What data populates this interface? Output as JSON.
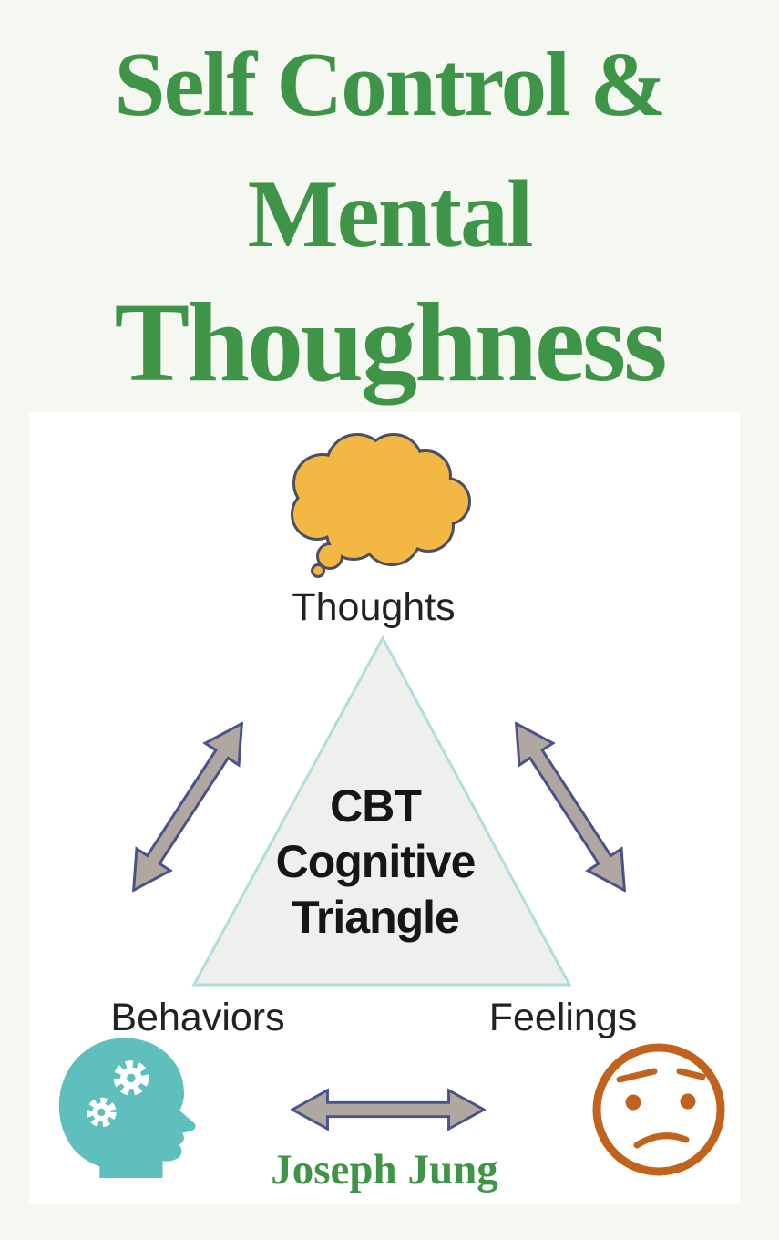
{
  "cover": {
    "title_line1": "Self Control &",
    "title_line2": "Mental",
    "title_line3": "Thoughness",
    "author": "Joseph Jung",
    "title_color": "#3e9447",
    "background_color": "#f5f7f1"
  },
  "diagram": {
    "top_label": "Thoughts",
    "bottom_left_label": "Behaviors",
    "bottom_right_label": "Feelings",
    "triangle_text_line1": "CBT",
    "triangle_text_line2": "Cognitive",
    "triangle_text_line3": "Triangle",
    "icons": [
      "thought-cloud-icon",
      "double-arrow-icon-left",
      "double-arrow-icon-right",
      "double-arrow-icon-bottom",
      "head-gears-icon",
      "worried-face-icon"
    ],
    "colors": {
      "panel_background": "#ffffff",
      "cloud_fill": "#f2b843",
      "cloud_outline": "#4a4f63",
      "triangle_fill": "#efefed",
      "triangle_border": "#aedfdd",
      "arrow_fill": "#b0a8a0",
      "arrow_outline": "#49538a",
      "head_teal": "#5fbfbd",
      "face_orange": "#c2631d",
      "label_color": "#222222",
      "triangle_text_color": "#161616"
    }
  }
}
